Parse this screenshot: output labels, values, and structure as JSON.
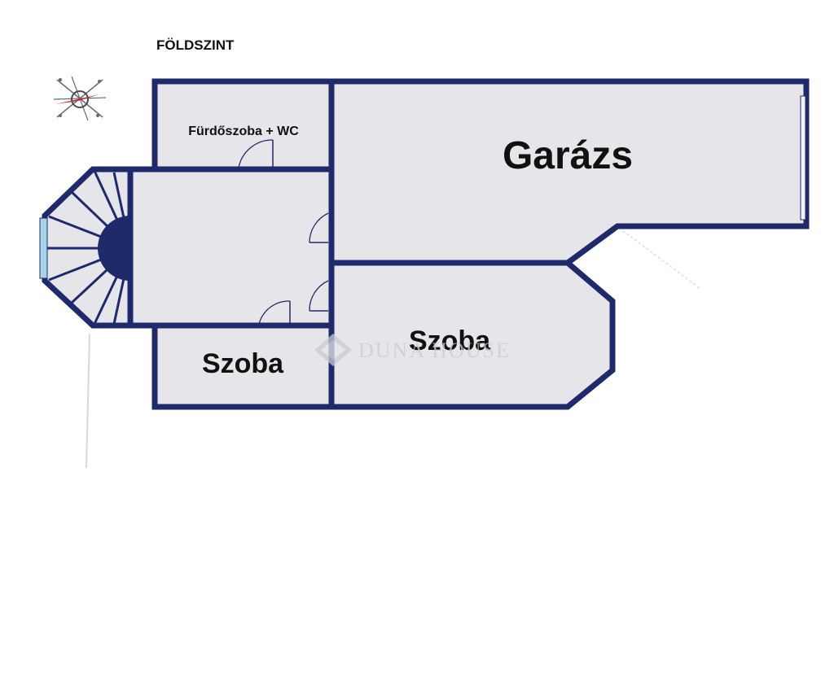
{
  "plan": {
    "title": "FÖLDSZINT",
    "rooms": {
      "bathroom": "Fürdőszoba + WC",
      "garage": "Garázs",
      "room_left": "Szoba",
      "room_right": "Szoba"
    },
    "watermark": "DUNA HOUSE",
    "compass_icon": "compass-icon",
    "colors": {
      "wall": "#1f2a6b",
      "floor": "#e6e6ea",
      "window": "#a9d3e6"
    }
  }
}
